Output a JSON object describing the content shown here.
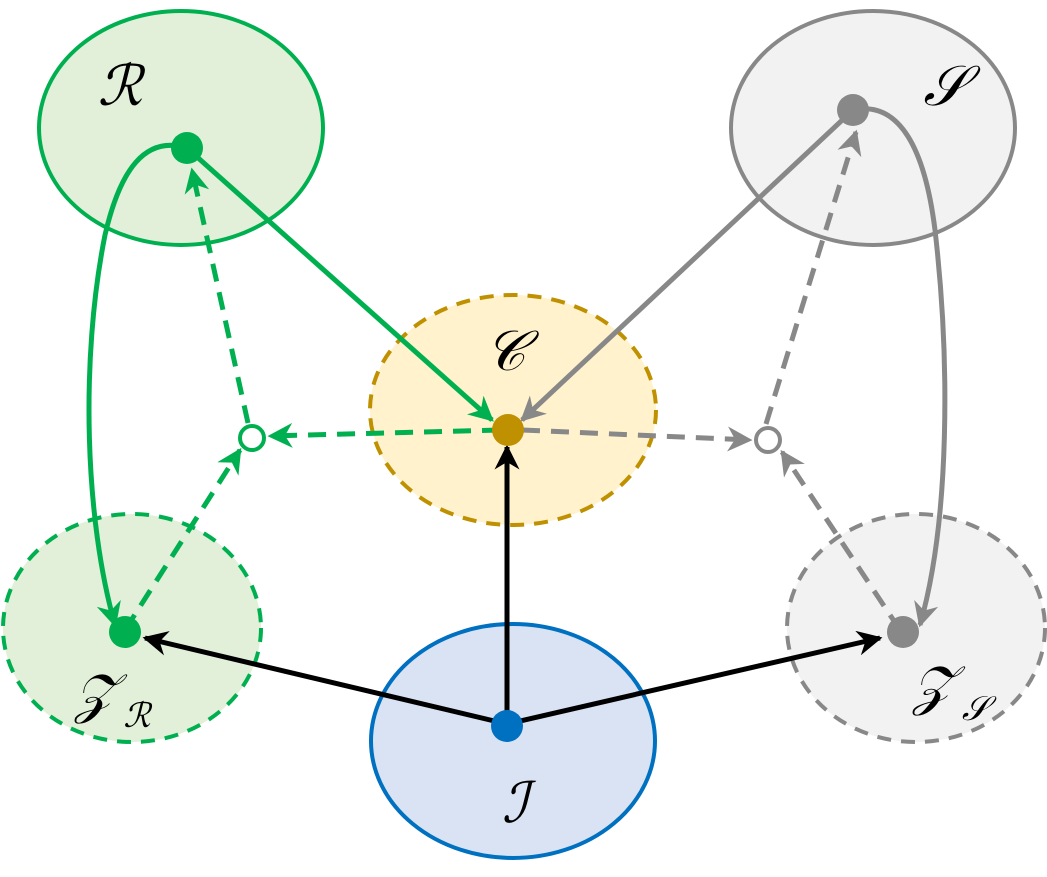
{
  "nodes": {
    "R": {
      "label": "ℛ"
    },
    "S": {
      "label": "𝒮"
    },
    "C": {
      "label": "𝒞"
    },
    "I": {
      "label": "ℐ"
    },
    "ZR": {
      "label": "𝒵",
      "sub": "ℛ"
    },
    "ZS": {
      "label": "𝒵",
      "sub": "𝒮"
    }
  },
  "colors": {
    "green": "#00b050",
    "green_fill": "#e2efd9",
    "gray": "#888888",
    "gray_fill": "#f2f2f2",
    "gold": "#bf9000",
    "gold_fill": "#fff2cc",
    "blue": "#0070c0",
    "blue_fill": "#dae3f3",
    "black": "#000000"
  }
}
